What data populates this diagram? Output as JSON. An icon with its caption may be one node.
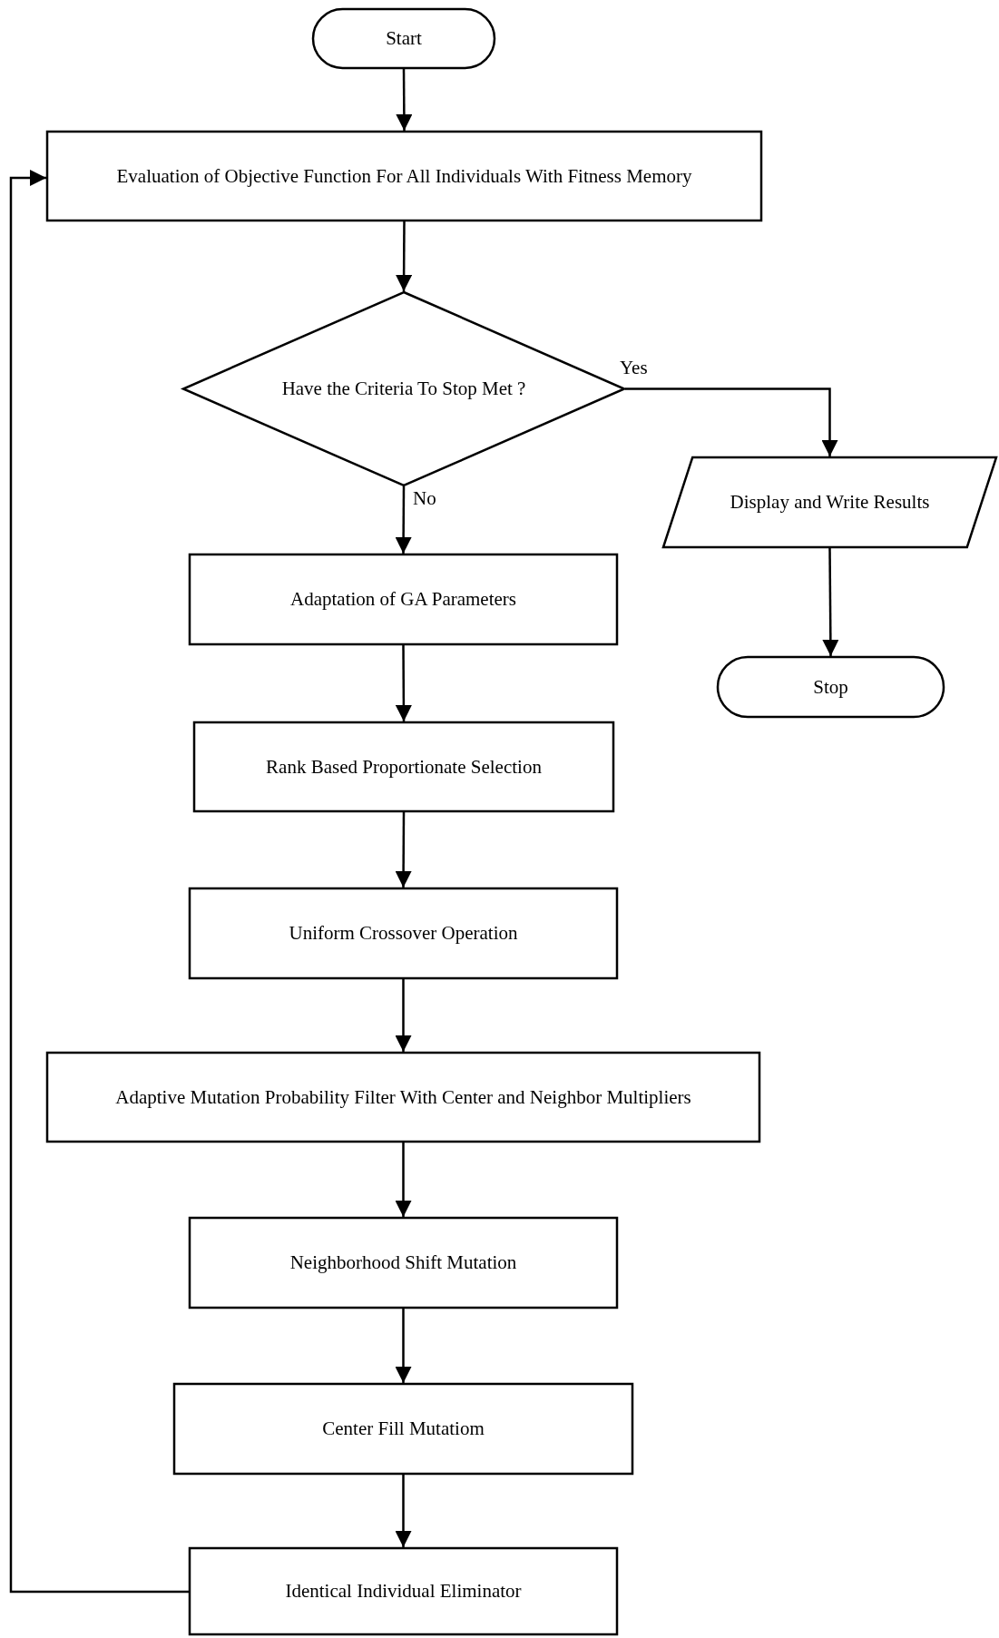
{
  "diagram": {
    "nodes": [
      {
        "text": [
          "Start"
        ]
      },
      {
        "text": [
          "Evaluation of Objective Function For All Individuals With Fitness Memory"
        ]
      },
      {
        "text": [
          "Have the Criteria To Stop Met ?"
        ]
      },
      {
        "text": [
          "Display and Write Results"
        ]
      },
      {
        "text": [
          "Stop"
        ]
      },
      {
        "text": [
          "Adaptation of GA Parameters"
        ]
      },
      {
        "text": [
          "Rank Based Proportionate Selection"
        ]
      },
      {
        "text": [
          "Uniform Crossover Operation"
        ]
      },
      {
        "text": [
          "Adaptive Mutation Probability Filter With Center and Neighbor Multipliers"
        ]
      },
      {
        "text": [
          "Neighborhood Shift Mutation"
        ]
      },
      {
        "text": [
          "Center Fill Mutatiom"
        ]
      },
      {
        "text": [
          "Identical Individual Eliminator"
        ]
      }
    ],
    "edges": [
      {
        "from": 0,
        "to": 1,
        "arrow": "to"
      },
      {
        "from": 1,
        "to": 2,
        "arrow": "to"
      },
      {
        "from": 2,
        "to": 3,
        "arrow": "to",
        "label": "Yes"
      },
      {
        "from": 2,
        "to": 5,
        "arrow": "to",
        "label": "No"
      },
      {
        "from": 3,
        "to": 4,
        "arrow": "to"
      },
      {
        "from": 5,
        "to": 6,
        "arrow": "to"
      },
      {
        "from": 6,
        "to": 7,
        "arrow": "to"
      },
      {
        "from": 7,
        "to": 8,
        "arrow": "to"
      },
      {
        "from": 8,
        "to": 9,
        "arrow": "to"
      },
      {
        "from": 9,
        "to": 10,
        "arrow": "to"
      },
      {
        "from": 10,
        "to": 11,
        "arrow": "to"
      },
      {
        "from": 11,
        "to": 1,
        "arrow": "to"
      }
    ]
  }
}
